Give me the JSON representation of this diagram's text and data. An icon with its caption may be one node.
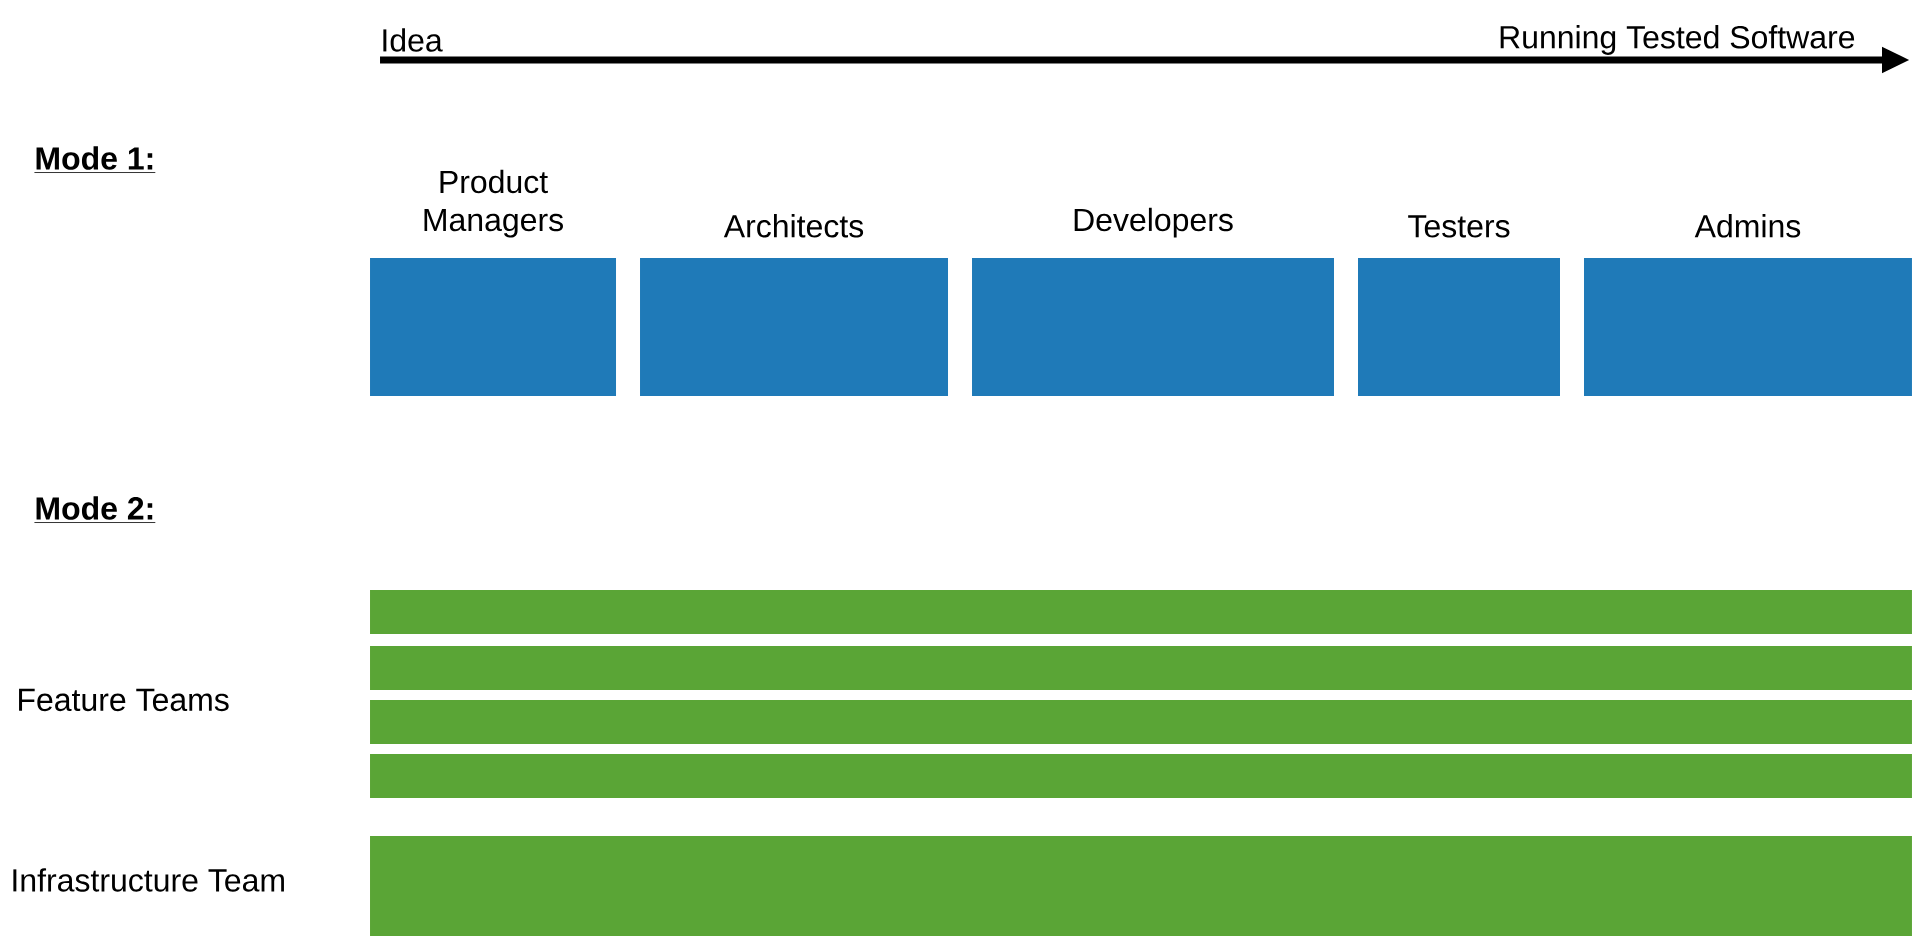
{
  "diagram": {
    "nodes": [
      {
        "text": [
          "Product Managers"
        ]
      },
      {
        "text": [
          "Architects"
        ]
      },
      {
        "text": [
          "Developers"
        ]
      },
      {
        "text": [
          "Testers"
        ]
      },
      {
        "text": [
          "Admins"
        ]
      },
      {
        "text": [],
        "shape": "bar"
      },
      {
        "text": [],
        "shape": "bar"
      },
      {
        "text": [],
        "shape": "bar"
      },
      {
        "text": [],
        "shape": "bar"
      },
      {
        "text": [],
        "shape": "bar"
      }
    ],
    "labels": [
      "Idea",
      "Running Tested Software",
      "Mode 1:",
      "Mode 2:",
      "Feature Teams",
      "Infrastructure Team"
    ]
  }
}
